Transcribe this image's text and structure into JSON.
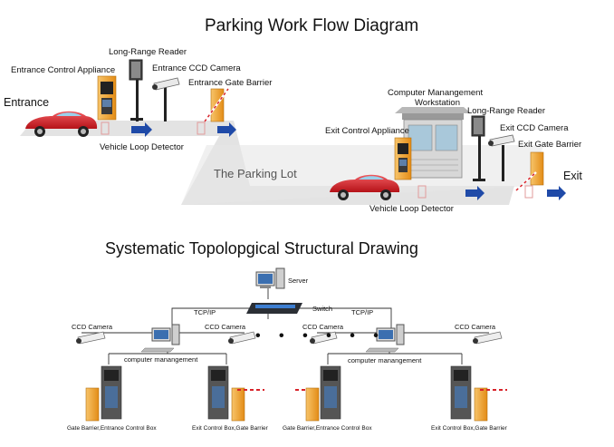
{
  "workflow": {
    "title": "Parking Work Flow Diagram",
    "entrance_label": "Entrance",
    "exit_label": "Exit",
    "parking_lot_label": "The Parking Lot",
    "entrance_control_label": "Entrance  Control  Appliance",
    "entrance_reader_label": "Long-Range Reader",
    "entrance_camera_label": "Entrance CCD Camera",
    "entrance_barrier_label": "Entrance Gate Barrier",
    "entrance_loop_label": "Vehicle Loop Detector",
    "workstation_label_1": "Computer Manangement",
    "workstation_label_2": "Workstation",
    "exit_reader_label": "Long-Range Reader",
    "exit_control_label": "Exit Control  Appliance",
    "exit_camera_label": "Exit CCD Camera",
    "exit_barrier_label": "Exit Gate Barrier",
    "exit_loop_label": "Vehicle Loop Detector"
  },
  "topology": {
    "title": "Systematic Topolopgical Structural Drawing",
    "server_label": "Server",
    "switch_label": "Switch",
    "tcpip_left": "TCP/IP",
    "tcpip_right": "TCP/IP",
    "ccd_camera_1": "CCD Camera",
    "ccd_camera_2": "CCD Camera",
    "ccd_camera_3": "CCD Camera",
    "ccd_camera_4": "CCD Camera",
    "ellipsis": "• • •   • • •",
    "computer_mgmt_left": "computer manangement",
    "computer_mgmt_right": "computer manangement",
    "box_1": "Gate Barrier,Entrance Control Box",
    "box_2": "Exit Control Box,Gate Barrier",
    "box_3": "Gate Barrier,Entrance Control Box",
    "box_4": "Exit Control Box,Gate Barrier"
  },
  "colors": {
    "road": "#e3e3e3",
    "car": "#d8232a",
    "arrow": "#1f4aa8",
    "barrier": "#f2a81c",
    "cabinet": "#f0a534",
    "kiosk": "#d7d7d7"
  }
}
